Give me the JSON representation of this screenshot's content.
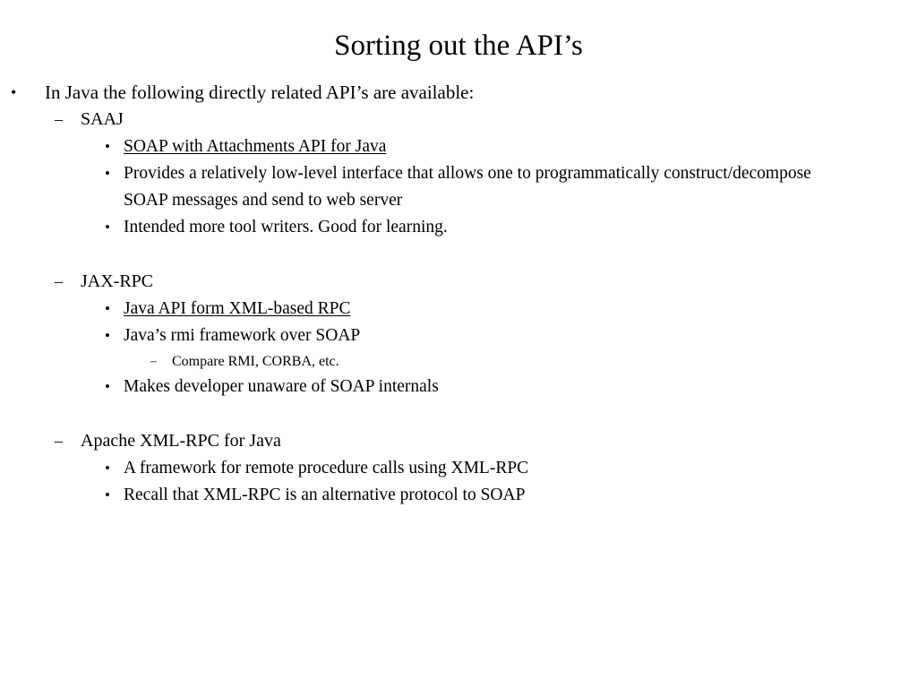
{
  "slide": {
    "title": "Sorting out the API’s",
    "background_color": "#ffffff",
    "text_color": "#000000",
    "markers": {
      "level1": "•",
      "level2": "–",
      "level3": "•",
      "level4": "–"
    },
    "bullets": [
      {
        "level": 1,
        "text": "In Java the following directly related API’s are available:",
        "underline": false
      },
      {
        "level": 2,
        "text": "SAAJ",
        "underline": false
      },
      {
        "level": 3,
        "text": "SOAP with Attachments API for Java",
        "underline": true
      },
      {
        "level": 3,
        "text": "Provides a relatively low-level interface that allows one to programmatically construct/decompose SOAP messages and send to web server",
        "underline": false
      },
      {
        "level": 3,
        "text": "Intended more tool writers. Good for learning.",
        "underline": false
      },
      {
        "level": 2,
        "text": "JAX-RPC",
        "underline": false,
        "space_before": true
      },
      {
        "level": 3,
        "text": "Java API form XML-based RPC",
        "underline": true
      },
      {
        "level": 3,
        "text": "Java’s rmi framework over SOAP",
        "underline": false
      },
      {
        "level": 4,
        "text": "Compare RMI, CORBA, etc.",
        "underline": false
      },
      {
        "level": 3,
        "text": "Makes developer unaware of SOAP internals",
        "underline": false
      },
      {
        "level": 2,
        "text": "Apache XML-RPC for Java",
        "underline": false,
        "space_before": true
      },
      {
        "level": 3,
        "text": "A framework for remote procedure calls using XML-RPC",
        "underline": false
      },
      {
        "level": 3,
        "text": "Recall that XML-RPC is an alternative protocol to SOAP",
        "underline": false
      }
    ]
  }
}
